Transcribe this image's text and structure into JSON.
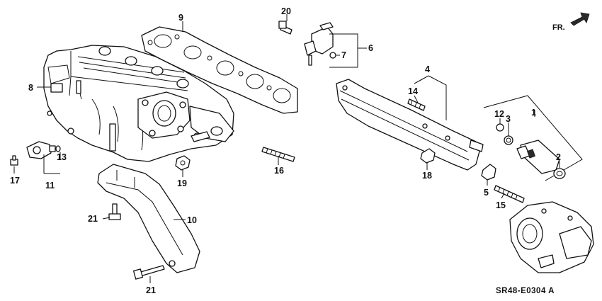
{
  "direction_label": "FR.",
  "diagram_code": "SR48-E0304",
  "diagram_suffix": "A",
  "callouts": {
    "p1": "1",
    "p2": "2",
    "p3": "3",
    "p4": "4",
    "p5": "5",
    "p6": "6",
    "p7": "7",
    "p8": "8",
    "p9": "9",
    "p10": "10",
    "p11": "11",
    "p12": "12",
    "p13": "13",
    "p14": "14",
    "p15": "15",
    "p16": "16",
    "p17": "17",
    "p18": "18",
    "p19": "19",
    "p20": "20",
    "p21a": "21",
    "p21b": "21"
  },
  "icons": {
    "direction": "front-arrow-icon"
  }
}
